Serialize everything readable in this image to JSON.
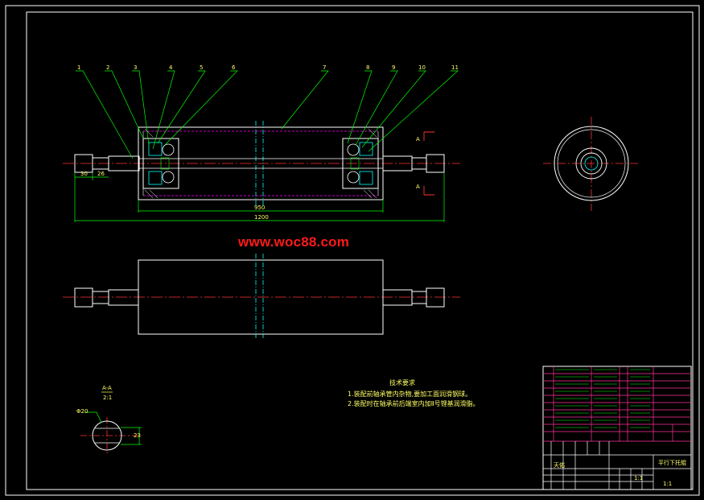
{
  "watermark": "www.woc88.com",
  "part_labels": [
    "1",
    "2",
    "3",
    "4",
    "5",
    "6",
    "7",
    "8",
    "9",
    "10",
    "11"
  ],
  "dimensions": {
    "length_total": "1200",
    "length_tube": "950",
    "shaft_end_1": "30",
    "shaft_end_2": "26"
  },
  "section": {
    "marker": "A",
    "title": "A-A",
    "scale": "2:1",
    "dia": "Φ20",
    "width": "23"
  },
  "technical_requirements": {
    "title": "技术要求",
    "items": [
      "1.装配前轴承管内杂物,要加工面润滑钢球。",
      "2.装配时在轴承前后端室内加Ⅱ号锂基润滑脂。"
    ]
  },
  "title_block": {
    "drawing_name": "平行下托辊",
    "scale": "1:1",
    "sheet": "1:1",
    "company": "天佑"
  },
  "colors": {
    "frame": "#ffffff",
    "leader": "#00ff00",
    "hidden": "#ff00ff",
    "centerline": "#ff3333",
    "block_grid": "#ff3399",
    "cyan": "#00ffff",
    "yellow": "#ffff66"
  }
}
